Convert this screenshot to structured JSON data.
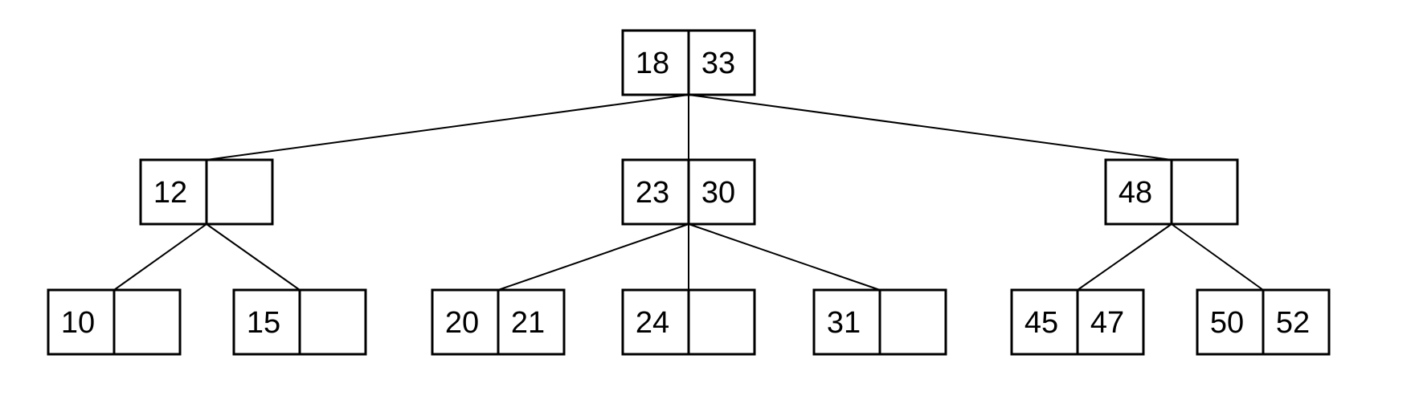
{
  "diagram": {
    "type": "2-3 tree",
    "colors": {
      "stroke": "#000000",
      "fill": "#ffffff",
      "text": "#000000"
    },
    "nodes": [
      {
        "id": "root",
        "keys": [
          "18",
          "33"
        ]
      },
      {
        "id": "left",
        "keys": [
          "12",
          ""
        ]
      },
      {
        "id": "middle",
        "keys": [
          "23",
          "30"
        ]
      },
      {
        "id": "right",
        "keys": [
          "48",
          ""
        ]
      },
      {
        "id": "leaf-10",
        "keys": [
          "10",
          ""
        ]
      },
      {
        "id": "leaf-15",
        "keys": [
          "15",
          ""
        ]
      },
      {
        "id": "leaf-20-21",
        "keys": [
          "20",
          "21"
        ]
      },
      {
        "id": "leaf-24",
        "keys": [
          "24",
          ""
        ]
      },
      {
        "id": "leaf-31",
        "keys": [
          "31",
          ""
        ]
      },
      {
        "id": "leaf-45-47",
        "keys": [
          "45",
          "47"
        ]
      },
      {
        "id": "leaf-50-52",
        "keys": [
          "50",
          "52"
        ]
      }
    ],
    "edges": [
      [
        "root",
        "left"
      ],
      [
        "root",
        "middle"
      ],
      [
        "root",
        "right"
      ],
      [
        "left",
        "leaf-10"
      ],
      [
        "left",
        "leaf-15"
      ],
      [
        "middle",
        "leaf-20-21"
      ],
      [
        "middle",
        "leaf-24"
      ],
      [
        "middle",
        "leaf-31"
      ],
      [
        "right",
        "leaf-45-47"
      ],
      [
        "right",
        "leaf-50-52"
      ]
    ]
  }
}
